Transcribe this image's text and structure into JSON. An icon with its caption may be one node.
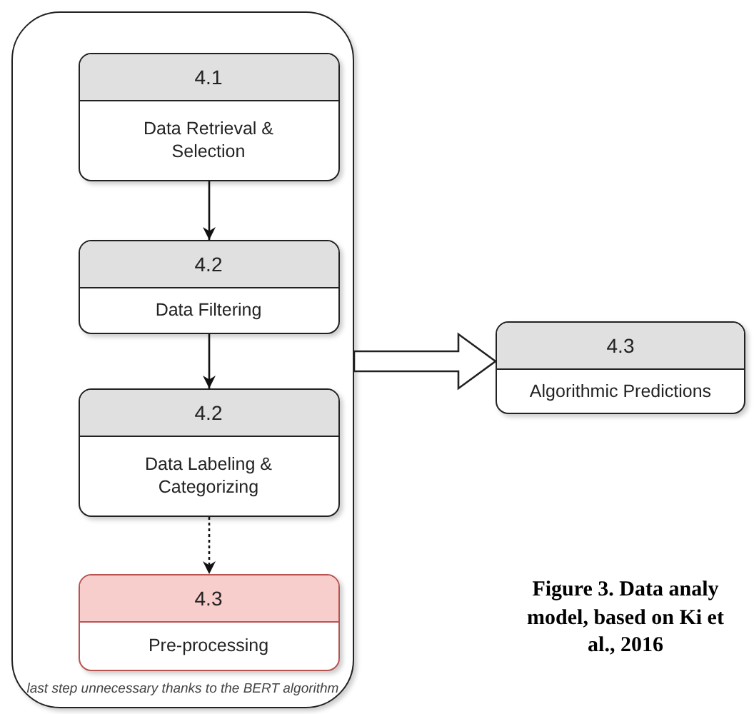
{
  "diagram": {
    "caption": "Figure 3. Data analy model, based on Ki et al., 2016",
    "nodes": [
      {
        "text": [
          "last step unnecessary thanks to the BERT algorithm"
        ]
      },
      {
        "text": [
          "4.1",
          "Data Retrieval & Selection"
        ],
        "in": 0
      },
      {
        "text": [
          "4.2",
          "Data Filtering"
        ],
        "in": 0
      },
      {
        "text": [
          "4.2",
          "Data Labeling & Categorizing"
        ],
        "in": 0
      },
      {
        "text": [
          "4.3",
          "Pre-processing"
        ],
        "in": 0
      },
      {
        "text": [
          "4.3",
          "Algorithmic Predictions"
        ]
      }
    ],
    "edges": [
      {
        "from": 1,
        "to": 2,
        "arrow": "to"
      },
      {
        "from": 2,
        "to": 3,
        "arrow": "to"
      },
      {
        "from": 3,
        "to": 4,
        "arrow": "to",
        "style": "dashed"
      },
      {
        "from": 0,
        "to": 5,
        "arrow": "to",
        "style": "thick"
      }
    ]
  }
}
